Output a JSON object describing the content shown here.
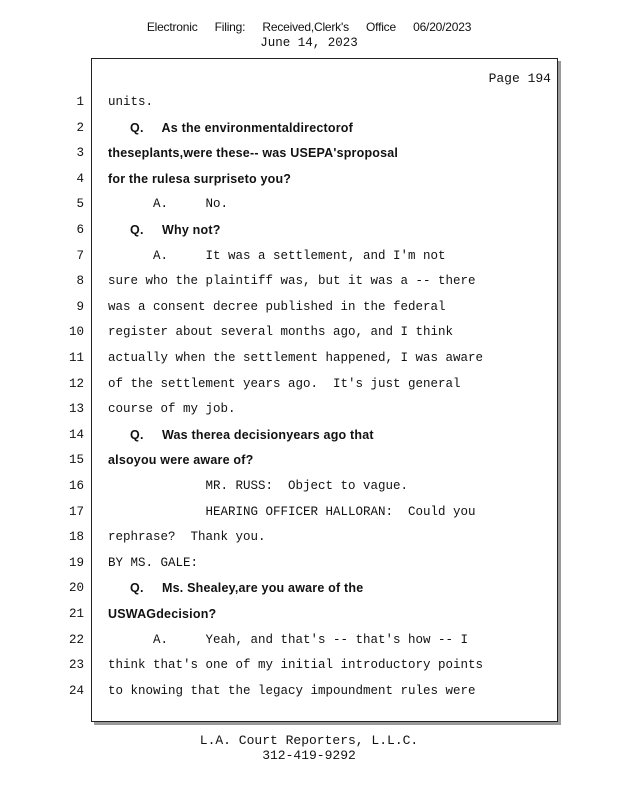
{
  "filing_stamp": {
    "electronic": "Electronic",
    "filing": "Filing:",
    "received": "Received,Clerk's",
    "office": "Office",
    "date": "06/20/2023"
  },
  "hearing_date": "June 14, 2023",
  "page_label": "Page 194",
  "lines": [
    {
      "num": "1",
      "text": "units.",
      "bold": false
    },
    {
      "num": "2",
      "text": "      Q.     As the environmentaldirectorof",
      "bold": true
    },
    {
      "num": "3",
      "text": "theseplants,were these-- was USEPA'sproposal",
      "bold": true
    },
    {
      "num": "4",
      "text": "for the rulesa surpriseto you?",
      "bold": true
    },
    {
      "num": "5",
      "text": "      A.     No.",
      "bold": false
    },
    {
      "num": "6",
      "text": "      Q.     Why not?",
      "bold": true
    },
    {
      "num": "7",
      "text": "      A.     It was a settlement, and I'm not",
      "bold": false
    },
    {
      "num": "8",
      "text": "sure who the plaintiff was, but it was a -- there",
      "bold": false
    },
    {
      "num": "9",
      "text": "was a consent decree published in the federal",
      "bold": false
    },
    {
      "num": "10",
      "text": "register about several months ago, and I think",
      "bold": false
    },
    {
      "num": "11",
      "text": "actually when the settlement happened, I was aware",
      "bold": false
    },
    {
      "num": "12",
      "text": "of the settlement years ago.  It's just general",
      "bold": false
    },
    {
      "num": "13",
      "text": "course of my job.",
      "bold": false
    },
    {
      "num": "14",
      "text": "      Q.     Was therea decisionyears ago that",
      "bold": true
    },
    {
      "num": "15",
      "text": "alsoyou were aware of?",
      "bold": true
    },
    {
      "num": "16",
      "text": "             MR. RUSS:  Object to vague.",
      "bold": false
    },
    {
      "num": "17",
      "text": "             HEARING OFFICER HALLORAN:  Could you",
      "bold": false
    },
    {
      "num": "18",
      "text": "rephrase?  Thank you.",
      "bold": false
    },
    {
      "num": "19",
      "text": "BY MS. GALE:",
      "bold": false
    },
    {
      "num": "20",
      "text": "      Q.     Ms. Shealey,are you aware of the",
      "bold": true
    },
    {
      "num": "21",
      "text": "USWAGdecision?",
      "bold": true
    },
    {
      "num": "22",
      "text": "      A.     Yeah, and that's -- that's how -- I",
      "bold": false
    },
    {
      "num": "23",
      "text": "think that's one of my initial introductory points",
      "bold": false
    },
    {
      "num": "24",
      "text": "to knowing that the legacy impoundment rules were",
      "bold": false
    }
  ],
  "footer": {
    "company": "L.A. Court Reporters, L.L.C.",
    "phone": "312-419-9292"
  }
}
